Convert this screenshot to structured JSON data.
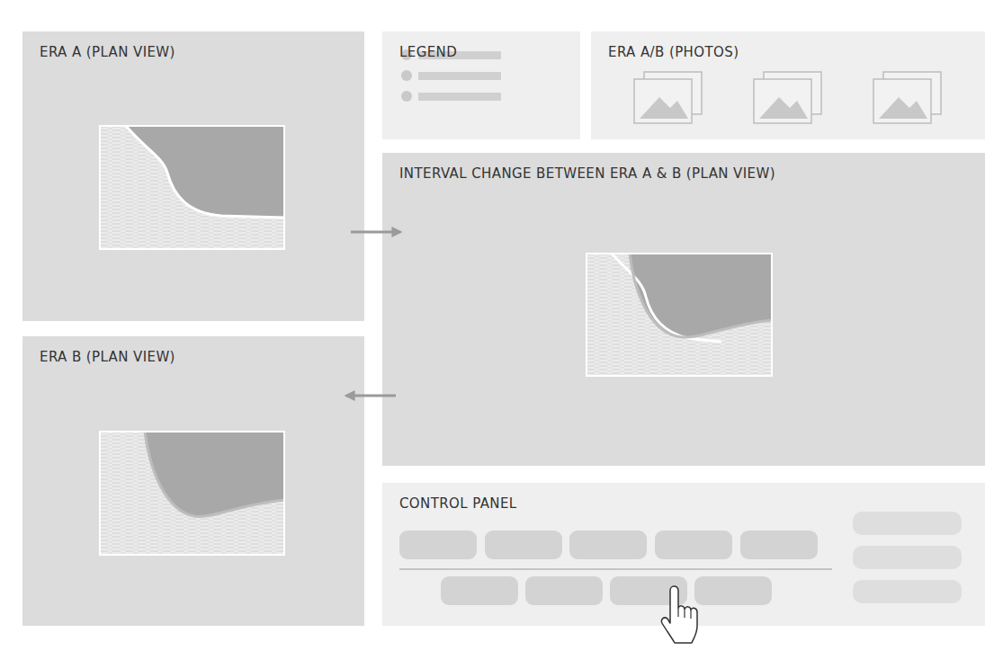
{
  "diagram": {
    "nodes": [
      {
        "text": [
          "ERA A (PLAN VIEW)"
        ]
      },
      {
        "text": [
          "LEGEND"
        ]
      },
      {
        "text": [
          "ERA A/B (PHOTOS)"
        ]
      },
      {
        "text": [
          "INTERVAL CHANGE BETWEEN ERA A & B (PLAN VIEW)"
        ]
      },
      {
        "text": [
          "ERA B (PLAN VIEW)"
        ]
      },
      {
        "text": [
          "CONTROL PANEL"
        ]
      }
    ],
    "edges": [
      {
        "from": 0,
        "to": 3,
        "arrow": "to"
      },
      {
        "from": 3,
        "to": 4,
        "arrow": "to"
      }
    ]
  }
}
